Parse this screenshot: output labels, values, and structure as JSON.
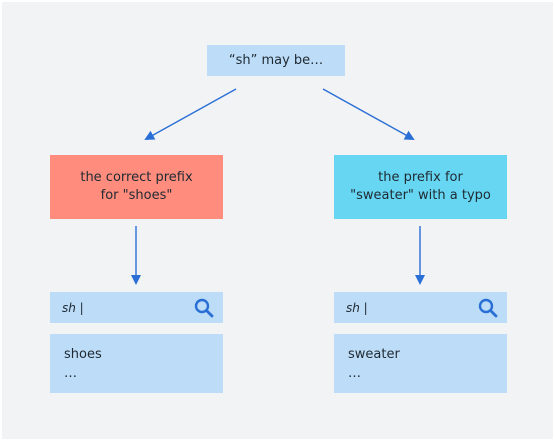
{
  "colors": {
    "background_panel": "#f2f3f5",
    "light_blue_box": "#bcdcf7",
    "red_box": "#ff8c7c",
    "cyan_box": "#66d6f2",
    "arrow_blue": "#2a6fd6",
    "search_icon_blue": "#2a6fd6",
    "text": "#1f2a33"
  },
  "top": {
    "label": "“sh” may be…"
  },
  "left_branch": {
    "label": "the correct prefix\nfor \"shoes\"",
    "search_text": "sh |",
    "search_icon": "search-icon",
    "results": [
      "shoes",
      "…"
    ]
  },
  "right_branch": {
    "label": "the prefix for\n\"sweater\" with a typo",
    "search_text": "sh |",
    "search_icon": "search-icon",
    "results": [
      "sweater",
      "…"
    ]
  }
}
